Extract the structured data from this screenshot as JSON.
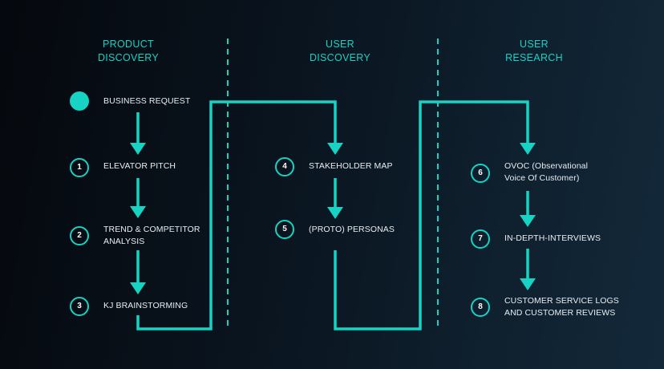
{
  "colors": {
    "accent": "#17d3c3",
    "text": "#e8eef2",
    "background": "#0a1520"
  },
  "columns": [
    {
      "line1": "PRODUCT",
      "line2": "DISCOVERY"
    },
    {
      "line1": "USER",
      "line2": "DISCOVERY"
    },
    {
      "line1": "USER",
      "line2": "RESEARCH"
    }
  ],
  "start": {
    "label": "BUSINESS REQUEST"
  },
  "steps": [
    {
      "number": "1",
      "line1": "ELEVATOR PITCH",
      "line2": ""
    },
    {
      "number": "2",
      "line1": "TREND & COMPETITOR",
      "line2": "ANALYSIS"
    },
    {
      "number": "3",
      "line1": "KJ BRAINSTORMING",
      "line2": ""
    },
    {
      "number": "4",
      "line1": "STAKEHOLDER MAP",
      "line2": ""
    },
    {
      "number": "5",
      "line1": "(PROTO) PERSONAS",
      "line2": ""
    },
    {
      "number": "6",
      "line1": "OVOC (Observational",
      "line2": "Voice Of Customer)"
    },
    {
      "number": "7",
      "line1": "IN-DEPTH-INTERVIEWS",
      "line2": ""
    },
    {
      "number": "8",
      "line1": "CUSTOMER SERVICE LOGS",
      "line2": "AND CUSTOMER REVIEWS"
    }
  ]
}
